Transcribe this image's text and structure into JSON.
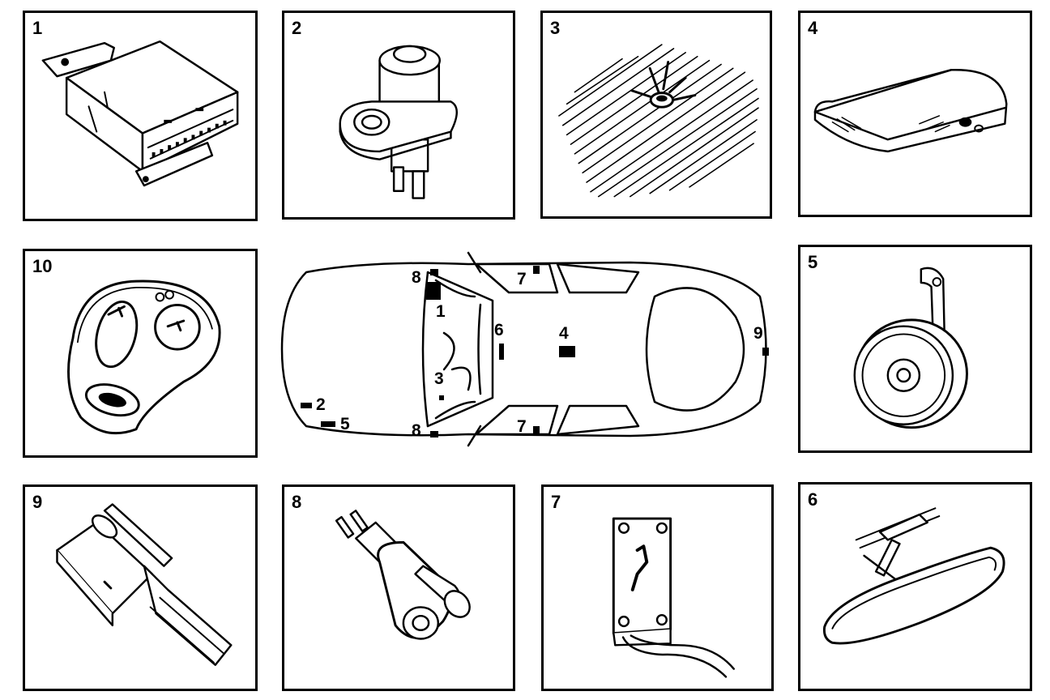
{
  "panels": [
    {
      "key": "p1",
      "number": "1",
      "icon": "control-module-icon"
    },
    {
      "key": "p2",
      "number": "2",
      "icon": "bonnet-switch-icon"
    },
    {
      "key": "p3",
      "number": "3",
      "icon": "led-indicator-icon"
    },
    {
      "key": "p4",
      "number": "4",
      "icon": "interior-sensor-icon"
    },
    {
      "key": "p10",
      "number": "10",
      "icon": "remote-key-fob-icon"
    },
    {
      "key": "p5",
      "number": "5",
      "icon": "horn-icon"
    },
    {
      "key": "p9",
      "number": "9",
      "icon": "tailgate-switch-icon"
    },
    {
      "key": "p8",
      "number": "8",
      "icon": "door-switch-icon"
    },
    {
      "key": "p7",
      "number": "7",
      "icon": "door-lock-switch-icon"
    },
    {
      "key": "p6",
      "number": "6",
      "icon": "rear-view-mirror-icon"
    }
  ],
  "car_markers": {
    "m1": "1",
    "m2": "2",
    "m3": "3",
    "m4": "4",
    "m5": "5",
    "m6": "6",
    "m7a": "7",
    "m7b": "7",
    "m8a": "8",
    "m8b": "8",
    "m9": "9"
  },
  "colors": {
    "line": "#000000",
    "background": "#ffffff"
  }
}
